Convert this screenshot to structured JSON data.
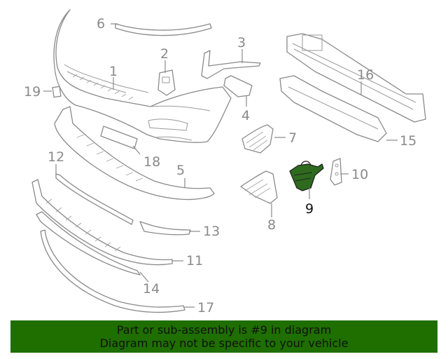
{
  "diagram": {
    "callouts": {
      "c1": "1",
      "c2": "2",
      "c3": "3",
      "c4": "4",
      "c5": "5",
      "c6": "6",
      "c7": "7",
      "c8": "8",
      "c9": "9",
      "c10": "10",
      "c11": "11",
      "c12": "12",
      "c13": "13",
      "c14": "14",
      "c15": "15",
      "c16": "16",
      "c17": "17",
      "c18": "18",
      "c19": "19"
    },
    "highlighted_part": "9",
    "highlight_color": "#2e6b1f"
  },
  "banner": {
    "line1": "Part or sub-assembly is #9 in diagram",
    "line2": "Diagram may not be specific to your vehicle",
    "background": "#1e6e00"
  }
}
